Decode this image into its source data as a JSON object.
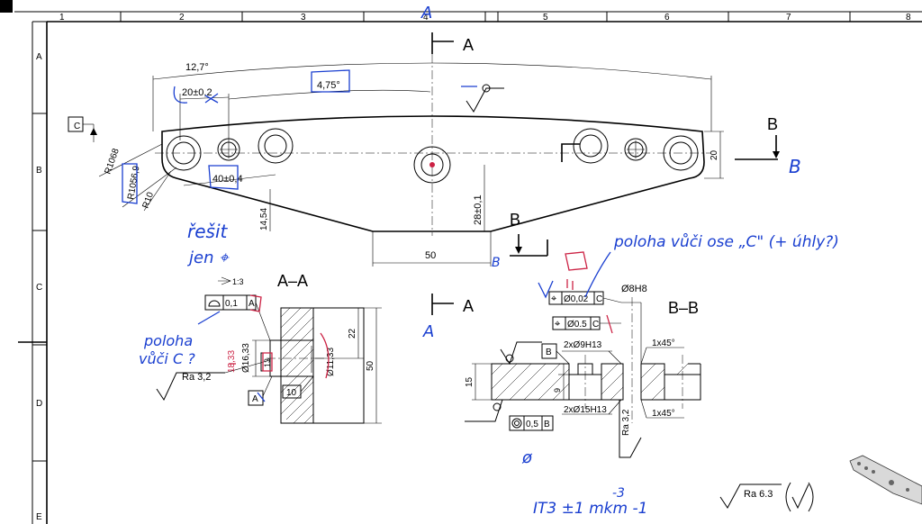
{
  "frame": {
    "columns": [
      "1",
      "2",
      "3",
      "4",
      "5",
      "6",
      "7",
      "8"
    ],
    "rows": [
      "A",
      "B",
      "C",
      "D",
      "E"
    ]
  },
  "dims": {
    "arc_angle": "12,7°",
    "dim_20": "20±0,2",
    "angle_475": "4,75°",
    "r1068": "R1068",
    "r10569": "R1056,9",
    "r10": "R10",
    "dim_40": "40±0,4",
    "dim_1454": "14,54",
    "dim_28": "28±0,1",
    "dim_50": "50",
    "dim_20_side": "20",
    "datum_c": "C"
  },
  "section_aa": {
    "title": "A–A",
    "ratio": "1:3",
    "tol_value": "0,1",
    "tol_datum": "A",
    "d1633": "Ø16,33",
    "d1133": "Ø11,33",
    "dim_22": "22",
    "dim_50": "50",
    "dim_13": "13",
    "dim_10": "10",
    "datum_a": "A",
    "ra": "Ra 3,2",
    "struck": "18,33"
  },
  "section_bb": {
    "title": "B–B",
    "tol1_symbol": "⌖",
    "tol1_value": "Ø0,02",
    "tol1_datum": "C",
    "d8h8": "Ø8H8",
    "tol2_symbol": "⌖",
    "tol2_value": "Ø0.5",
    "tol2_datum": "C",
    "datum_b": "B",
    "holes1": "2xØ9H13",
    "chamfer1": "1x45°",
    "dim_15": "15",
    "dim_9": "9",
    "holes2": "2xØ15H13",
    "chamfer2": "1x45°",
    "ra": "Ra 3,2",
    "tol3_value": "0,5",
    "tol3_datum": "B"
  },
  "cut_labels": {
    "a": "A",
    "b": "B"
  },
  "general_roughness": "Ra 6.3",
  "annotations": {
    "resit": "řešit",
    "jen": "jen ⌖",
    "poloha_1": "poloha",
    "poloha_2": "vůči C ?",
    "poloha_ose": "poloha vůči ose „C\" (+ úhly?)",
    "tolerance_bottom": "IT3 ±1 mkm -1",
    "superscript": "-3",
    "blue_a1": "A",
    "blue_a2": "A",
    "blue_b1": "B",
    "blue_b2": "B",
    "blue_phi": "ø"
  }
}
